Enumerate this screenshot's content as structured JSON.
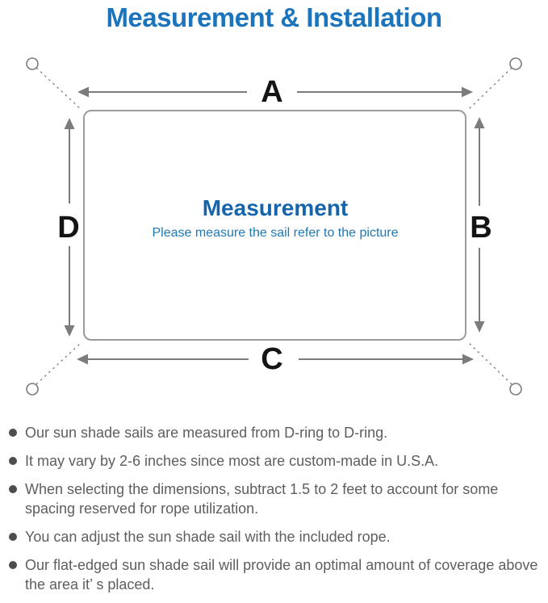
{
  "title": "Measurement & Installation",
  "diagram": {
    "labels": {
      "top": "A",
      "right": "B",
      "bottom": "C",
      "left": "D"
    },
    "center_title": "Measurement",
    "center_subtitle": "Please measure the sail refer to the picture"
  },
  "bullets": [
    "Our sun shade sails are measured from D-ring to D-ring.",
    "It may vary by 2-6 inches since most are custom-made in U.S.A.",
    "When selecting the dimensions, subtract 1.5 to 2 feet to account for some spacing reserved for rope utilization.",
    "You can adjust the sun shade sail with the included rope.",
    "Our flat-edged sun shade sail will provide an optimal amount of coverage above the area it’ s placed."
  ],
  "colors": {
    "title_blue": "#1b74bc",
    "center_heading_blue": "#1565ac",
    "subtitle_blue": "#1f78b4",
    "diagram_gray": "#7c7c7c",
    "rect_gray": "#9c9c9c",
    "label_black": "#141414",
    "text_gray": "#5e5e5e"
  }
}
